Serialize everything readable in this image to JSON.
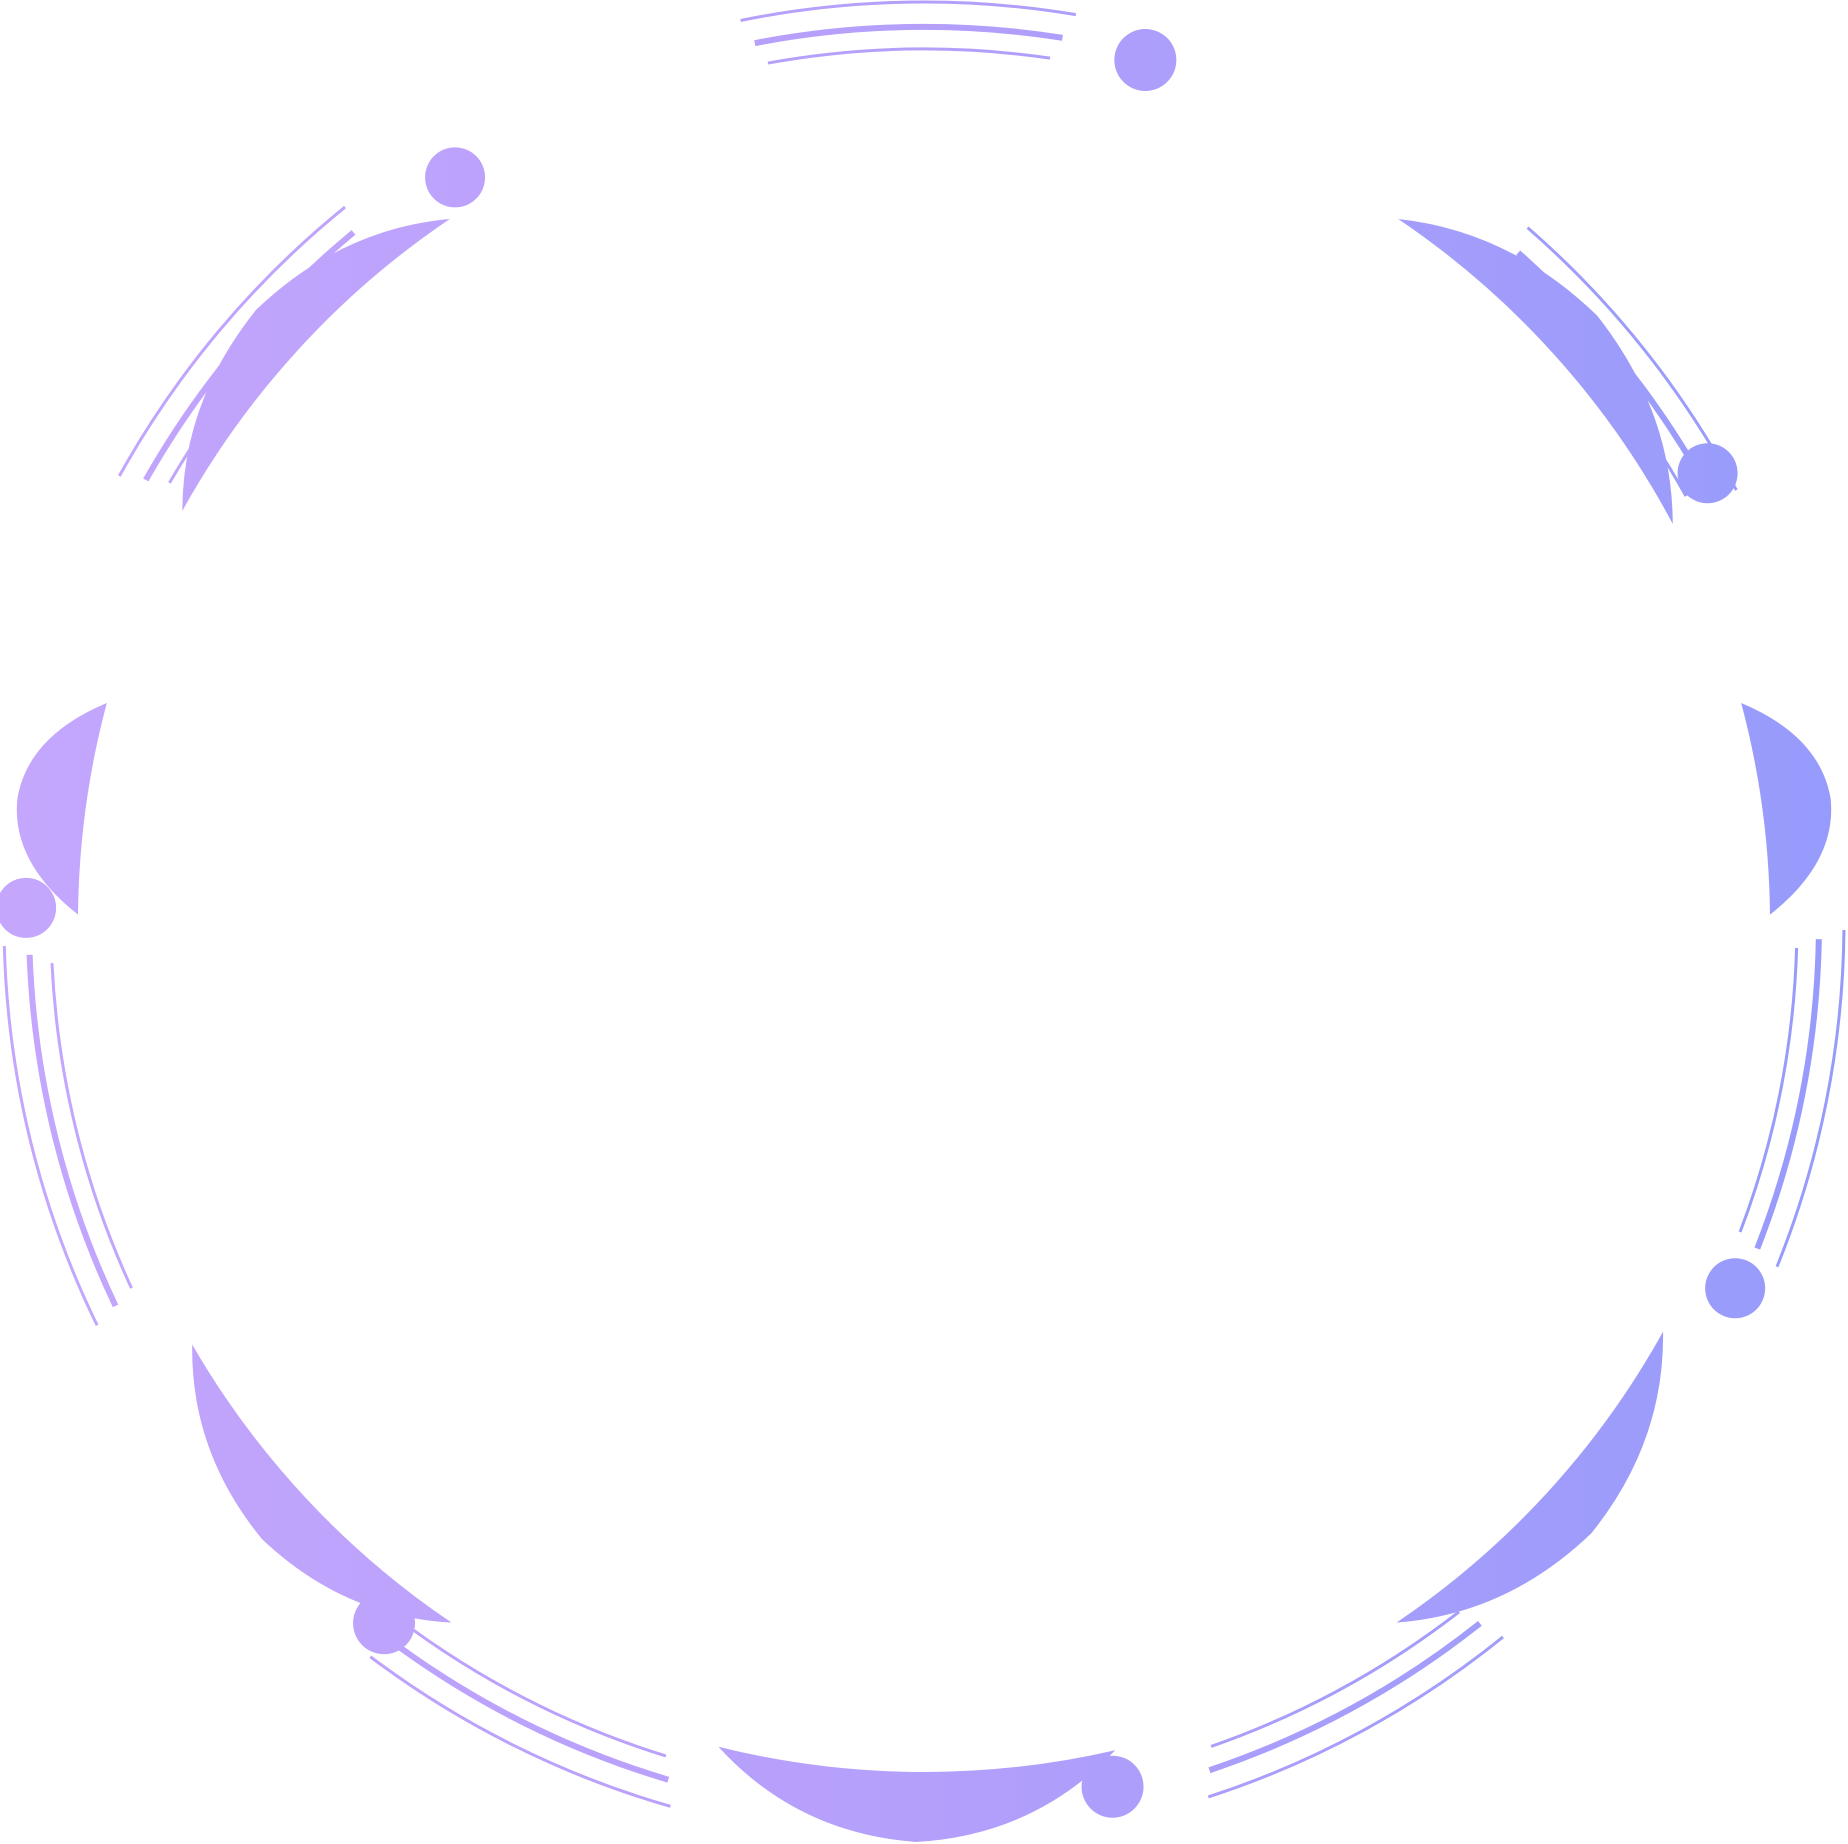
{
  "frame": {
    "shape": "circular-ring-frame",
    "colors": {
      "gradient_start": "#c4a6fd",
      "gradient_mid": "#b49ffb",
      "gradient_end": "#969bfb"
    },
    "segments": [
      "thick-arc",
      "dot",
      "triple-thin-arc"
    ],
    "segment_count": 8,
    "dot_count": 8
  }
}
